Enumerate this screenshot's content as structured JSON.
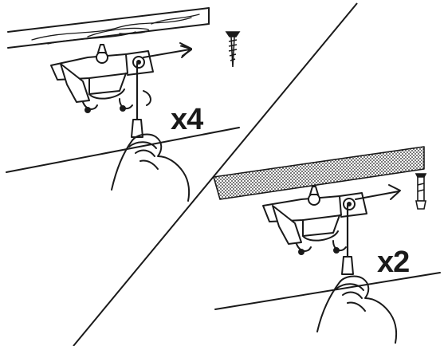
{
  "panels": [
    {
      "id": "wood-ceiling",
      "quantity_label": "x4",
      "fastener_icon": "wood-screw-icon",
      "surface": "wood-grain"
    },
    {
      "id": "concrete-ceiling",
      "quantity_label": "x2",
      "fastener_icon": "wall-plug-icon",
      "surface": "stippled-concrete"
    }
  ],
  "colors": {
    "ink": "#1a1a1a",
    "paper": "#ffffff"
  }
}
